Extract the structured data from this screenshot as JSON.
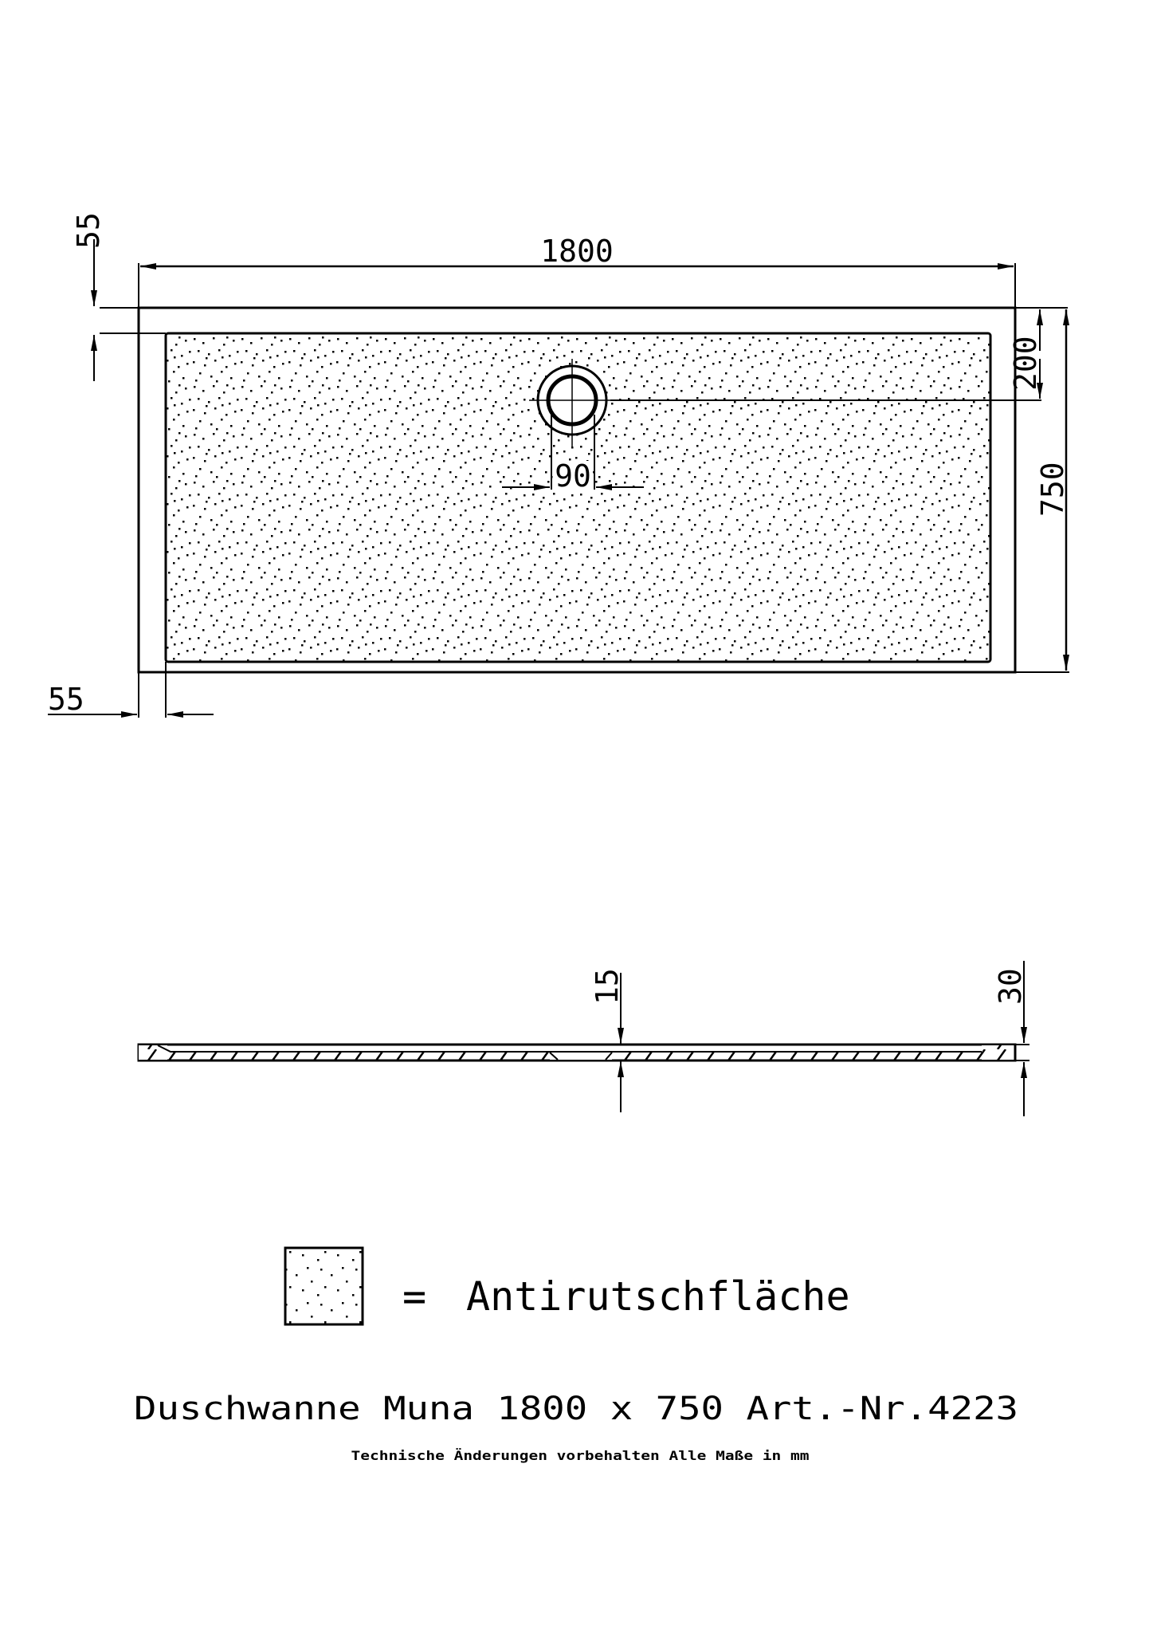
{
  "drawing": {
    "top_view": {
      "dimensions": {
        "overall_length": "1800",
        "overall_width": "750",
        "rim_top": "55",
        "rim_left": "55",
        "drain_offset": "200",
        "drain_diameter": "90"
      }
    },
    "section_view": {
      "dimensions": {
        "floor_thickness": "15",
        "rim_height": "30"
      }
    },
    "legend": {
      "symbol": "=",
      "label": "Antirutschfläche"
    },
    "title": "Duschwanne Muna 1800 x 750 Art.-Nr.4223",
    "note": "Technische Änderungen vorbehalten  Alle Maße in mm"
  },
  "colors": {
    "line": "#000000",
    "background": "#ffffff"
  }
}
